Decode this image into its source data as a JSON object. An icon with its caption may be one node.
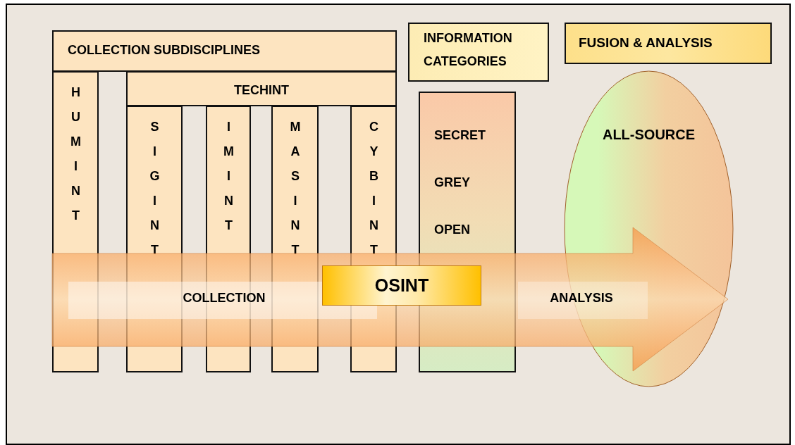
{
  "diagram": {
    "nodes": [
      {
        "text": [
          "COLLECTION SUBDISCIPLINES"
        ]
      },
      {
        "text": [
          "HUMINT"
        ]
      },
      {
        "text": [
          "TECHINT"
        ]
      },
      {
        "text": [
          "SIGINT"
        ]
      },
      {
        "text": [
          "IMINT"
        ]
      },
      {
        "text": [
          "MASINT"
        ]
      },
      {
        "text": [
          "CYBINT"
        ]
      },
      {
        "text": [
          "INFORMATION CATEGORIES"
        ]
      },
      {
        "text": [
          "FUSION & ANALYSIS"
        ]
      },
      {
        "text": [
          "SECRET",
          "GREY",
          "OPEN"
        ]
      },
      {
        "text": [
          "ALL-SOURCE"
        ]
      },
      {
        "text": [],
        "shape": "arrow"
      },
      {
        "text": [
          "OSINT"
        ],
        "in": 11
      }
    ],
    "labels": [
      "COLLECTION",
      "ANALYSIS"
    ],
    "edges": []
  }
}
